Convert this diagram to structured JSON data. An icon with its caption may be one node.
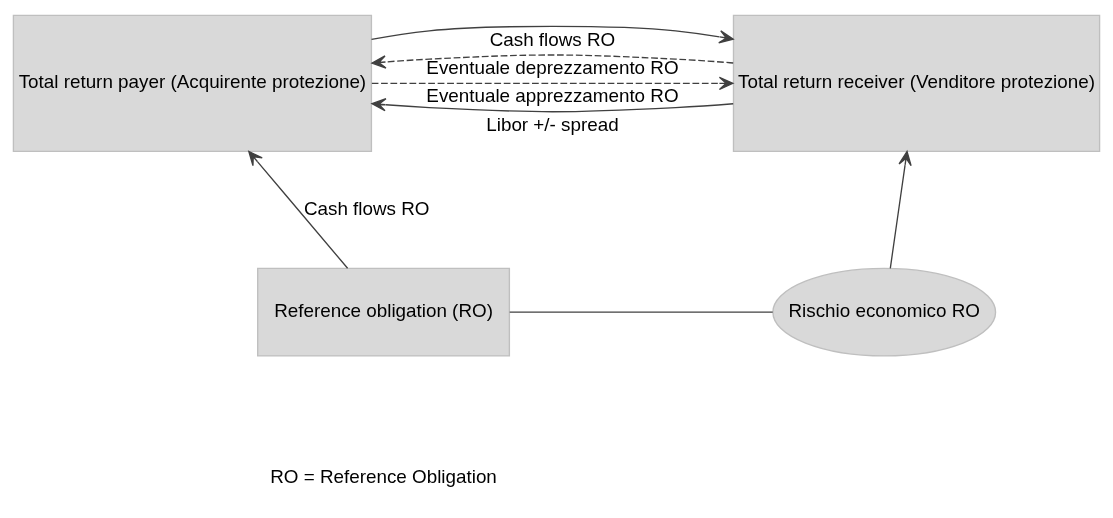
{
  "diagram": {
    "nodes": [
      {
        "text": [
          "Total return payer (Acquirente protezione)"
        ]
      },
      {
        "text": [
          "Total return receiver (Venditore protezione)"
        ]
      },
      {
        "text": [
          "Reference obligation (RO)"
        ]
      },
      {
        "text": [
          "Rischio economico RO"
        ]
      }
    ],
    "edges": [
      {
        "from": 0,
        "to": 1,
        "arrow": "to",
        "style": "dashed",
        "label": "Eventuale apprezzamento RO"
      },
      {
        "from": 0,
        "to": 1,
        "arrow": "to",
        "label": "Cash flows RO"
      },
      {
        "from": 1,
        "to": 0,
        "arrow": "to",
        "label": "Libor +/- spread"
      },
      {
        "from": 1,
        "to": 0,
        "arrow": "to",
        "style": "dashed",
        "label": "Eventuale deprezzamento RO"
      },
      {
        "from": 2,
        "to": 0,
        "arrow": "to",
        "label": "Cash flows RO"
      },
      {
        "from": 2,
        "to": 3,
        "arrow": "none"
      },
      {
        "from": 3,
        "to": 1,
        "arrow": "to"
      }
    ],
    "labels": [
      "RO = Reference Obligation"
    ]
  }
}
